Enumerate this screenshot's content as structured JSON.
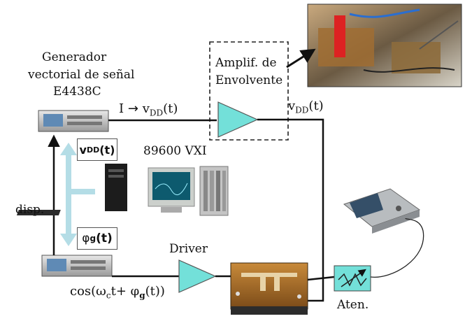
{
  "labels": {
    "generator_title": [
      "Generador",
      "vectorial de señal",
      "E4438C"
    ],
    "i_arrow_label_prefix": "I",
    "i_arrow_symbol": "→",
    "vdd_main": "v",
    "vdd_sub": "DD",
    "vdd_arg": "(t)",
    "vxi_label": "89600 VXI",
    "disp_label": "disp.",
    "envelope_amp": [
      "Amplif. de",
      "Envolvente"
    ],
    "driver_label": "Driver",
    "aten_label": "Aten.",
    "phi_box": "φ",
    "phi_sub": "g",
    "phi_arg": "(t)",
    "cos_label_prefix": "cos(ω",
    "cos_sub_c": "c",
    "cos_mid": "t+ φ",
    "cos_sub_g": "g",
    "cos_end": "(t))"
  },
  "colors": {
    "amplifier_fill": "#73e0d9",
    "feedback_arrow": "#b4dde6",
    "wire": "#111111",
    "attenuator_fill": "#73e0d9"
  }
}
